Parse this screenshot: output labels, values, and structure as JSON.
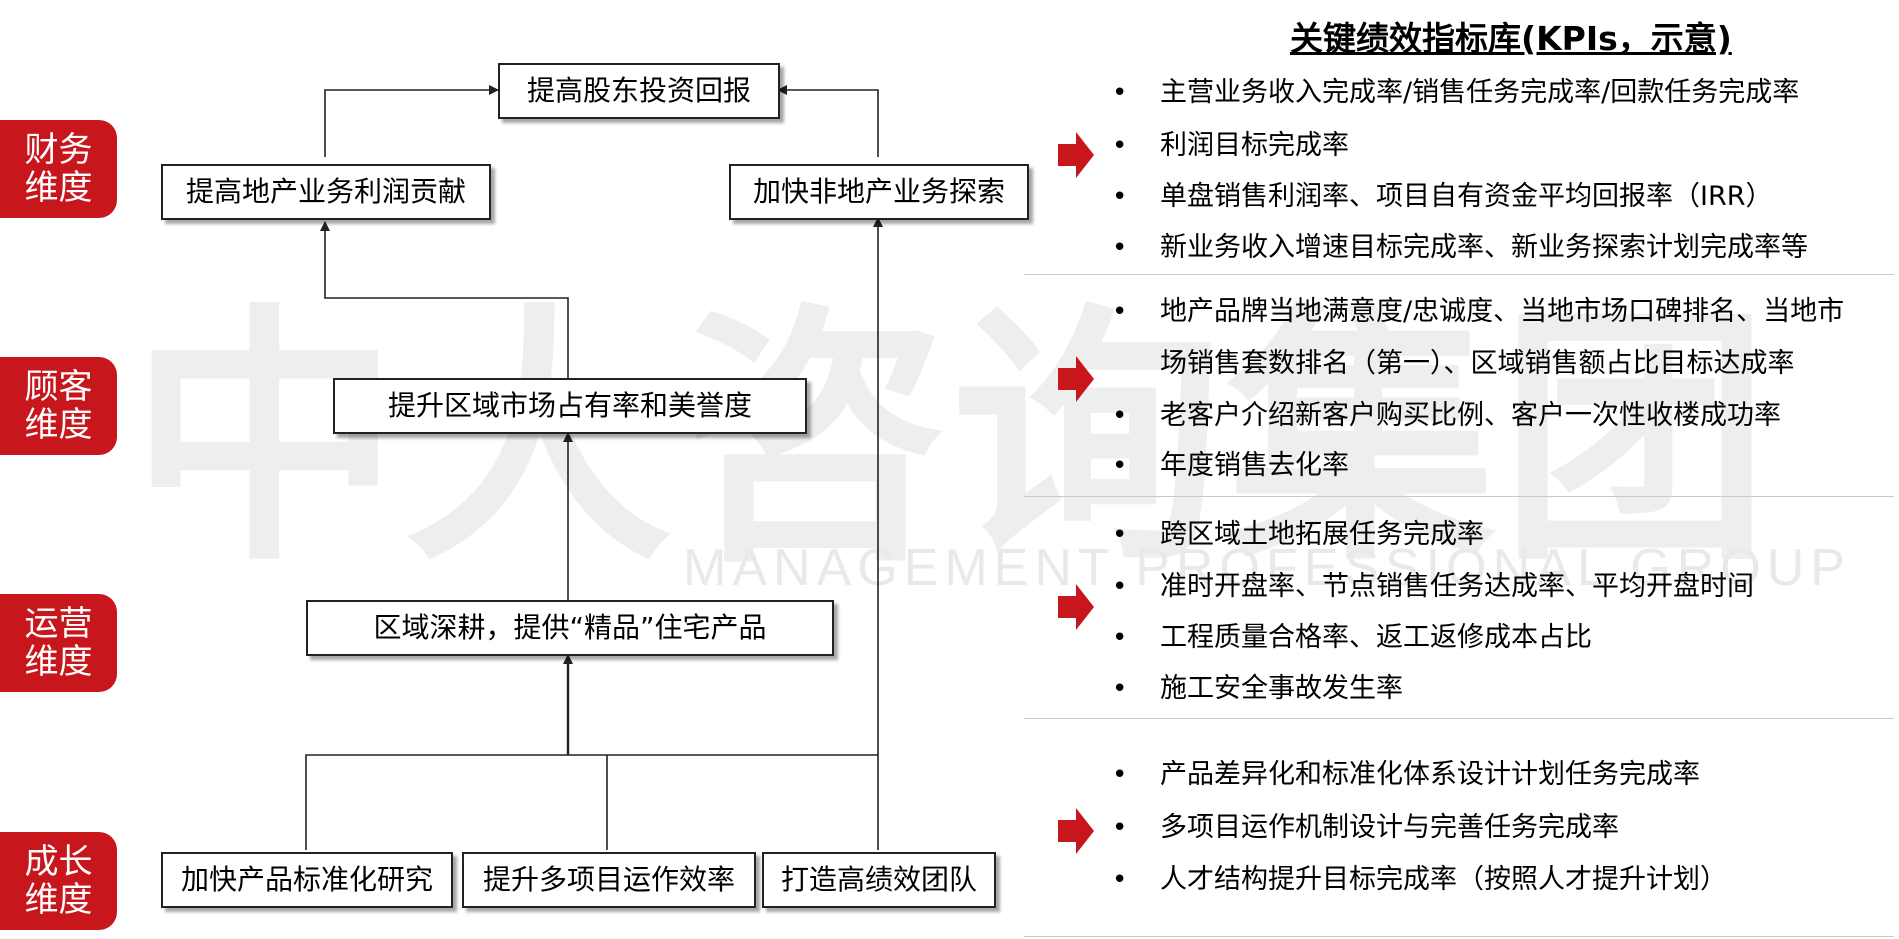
{
  "watermark": {
    "main": "中大咨询集团",
    "sub": "MANAGEMENT PROFESSIONAL GROUP"
  },
  "dimensions": [
    {
      "label": "财务维度"
    },
    {
      "label": "顾客维度"
    },
    {
      "label": "运营维度"
    },
    {
      "label": "成长维度"
    }
  ],
  "strategy_boxes": {
    "shareholder_return": "提高股东投资回报",
    "property_profit": "提高地产业务利润贡献",
    "non_property": "加快非地产业务探索",
    "market_share": "提升区域市场占有率和美誉度",
    "regional_focus": "区域深耕，提供“精品”住宅产品",
    "standardization": "加快产品标准化研究",
    "multi_project": "提升多项目运作效率",
    "team": "打造高绩效团队"
  },
  "kpi": {
    "title": "关键绩效指标库(KPIs，示意)",
    "groups": [
      {
        "items": [
          "主营业务收入完成率/销售任务完成率/回款任务完成率",
          "利润目标完成率",
          "单盘销售利润率、项目自有资金平均回报率（IRR）",
          "新业务收入增速目标完成率、新业务探索计划完成率等"
        ]
      },
      {
        "items": [
          "地产品牌当地满意度/忠诚度、当地市场口碑排名、当地市",
          "场销售套数排名（第一）、区域销售额占比目标达成率",
          "老客户介绍新客户购买比例、客户一次性收楼成功率",
          "年度销售去化率"
        ]
      },
      {
        "items": [
          "跨区域土地拓展任务完成率",
          "准时开盘率、节点销售任务达成率、平均开盘时间",
          "工程质量合格率、返工返修成本占比",
          "施工安全事故发生率"
        ]
      },
      {
        "items": [
          "产品差异化和标准化体系设计计划任务完成率",
          "多项目运作机制设计与完善任务完成率",
          "人才结构提升目标完成率（按照人才提升计划）"
        ]
      }
    ]
  },
  "colors": {
    "accent": "#c8161d",
    "line": "#222222",
    "watermark": "#eeeeee"
  }
}
